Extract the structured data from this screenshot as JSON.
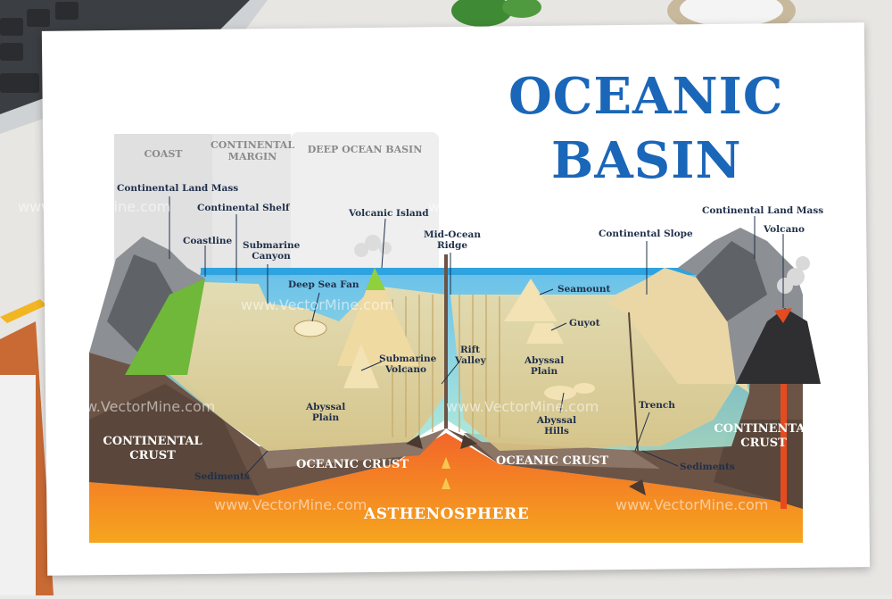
{
  "title": {
    "line1": "OCEANIC",
    "line2": "BASIN"
  },
  "zones": {
    "coast": "COAST",
    "margin": "CONTINENTAL MARGIN",
    "deep": "DEEP OCEAN BASIN"
  },
  "labels": {
    "continental_land_mass_left": "Continental Land Mass",
    "continental_shelf": "Continental Shelf",
    "coastline": "Coastline",
    "submarine_canyon": "Submarine Canyon",
    "volcanic_island": "Volcanic Island",
    "deep_sea_fan": "Deep Sea Fan",
    "mid_ocean_ridge": "Mid-Ocean Ridge",
    "continental_slope": "Continental Slope",
    "continental_land_mass_right": "Continental Land Mass",
    "volcano": "Volcano",
    "seamount": "Seamount",
    "guyot": "Guyot",
    "submarine_volcano": "Submarine Volcano",
    "rift_valley": "Rift Valley",
    "abyssal_plain_right": "Abyssal Plain",
    "abyssal_plain_left": "Abyssal Plain",
    "abyssal_hills": "Abyssal Hills",
    "trench": "Trench",
    "sediments_left": "Sediments",
    "sediments_right": "Sediments"
  },
  "layers": {
    "continental_crust_left": "CONTINENTAL CRUST",
    "continental_crust_right": "CONTINENTAL CRUST",
    "oceanic_crust_left": "OCEANIC CRUST",
    "oceanic_crust_right": "OCEANIC CRUST",
    "asthenosphere": "ASTHENOSPHERE"
  },
  "watermark": "www.VectorMine.com",
  "colors": {
    "title": "#1a66b8",
    "ocean": "#4fb6e6",
    "sediment": "#e8d39c",
    "crust": "#6b5446",
    "asthenosphere": "#f08a1f"
  }
}
